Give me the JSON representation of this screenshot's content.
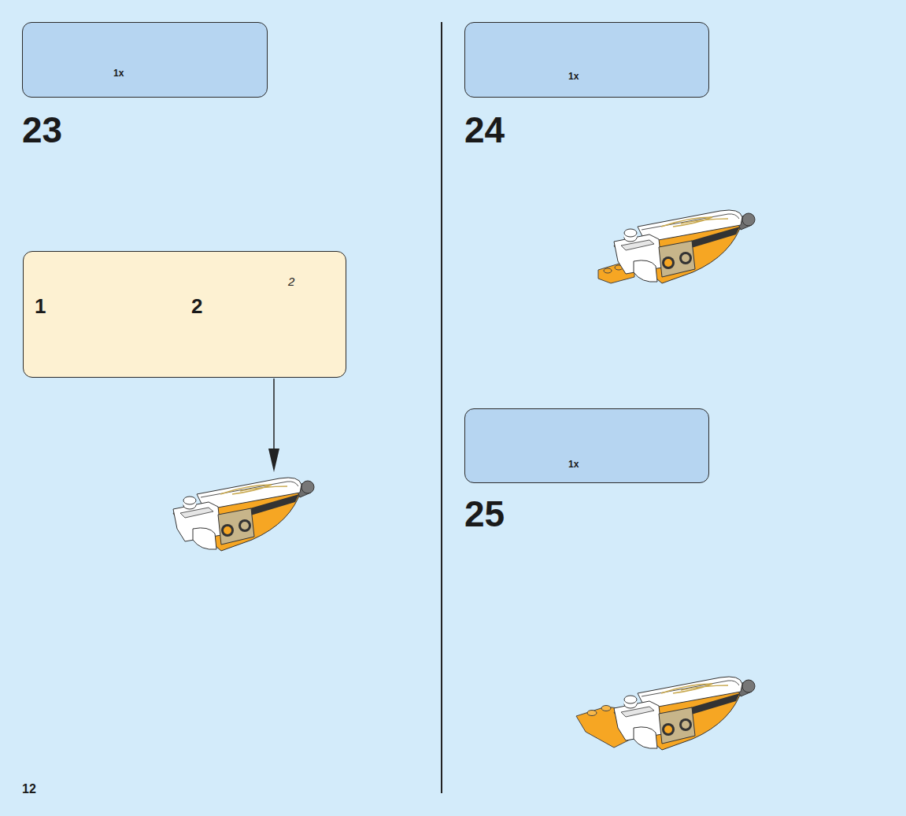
{
  "diagram": {
    "nodes": [
      {
        "text": [
          "1x"
        ]
      },
      {
        "text": [
          "1",
          "2"
        ]
      },
      {
        "text": [
          "1x"
        ]
      },
      {
        "text": [
          "1x"
        ]
      }
    ],
    "labels": [
      "23",
      "2",
      "24",
      "25",
      "12"
    ]
  }
}
